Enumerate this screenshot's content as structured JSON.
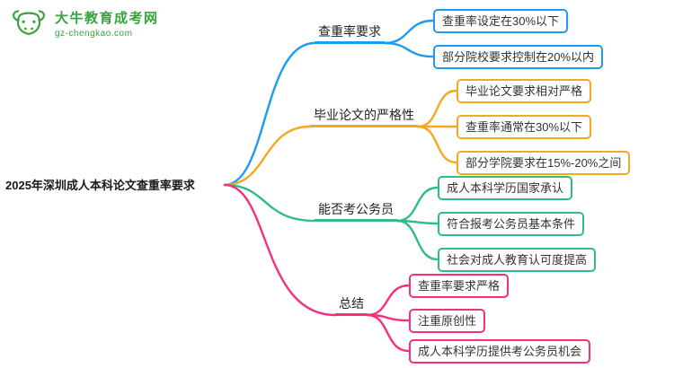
{
  "logo": {
    "title": "大牛教育成考网",
    "subtitle": "gz-chengkao.com",
    "icon": "bull-icon",
    "color": "#37a33c"
  },
  "mindmap": {
    "root": {
      "label": "2025年深圳成人本科论文查重率要求"
    },
    "branches": [
      {
        "label": "查重率要求",
        "color": "#1e9bf0",
        "children": [
          {
            "label": "查重率设定在30%以下"
          },
          {
            "label": "部分院校要求控制在20%以内"
          }
        ]
      },
      {
        "label": "毕业论文的严格性",
        "color": "#f7a821",
        "children": [
          {
            "label": "毕业论文要求相对严格"
          },
          {
            "label": "查重率通常在30%以下"
          },
          {
            "label": "部分学院要求在15%-20%之间"
          }
        ]
      },
      {
        "label": "能否考公务员",
        "color": "#2ebd85",
        "children": [
          {
            "label": "成人本科学历国家承认"
          },
          {
            "label": "符合报考公务员基本条件"
          },
          {
            "label": "社会对成人教育认可度提高"
          }
        ]
      },
      {
        "label": "总结",
        "color": "#f5317f",
        "children": [
          {
            "label": "查重率要求严格"
          },
          {
            "label": "注重原创性"
          },
          {
            "label": "成人本科学历提供考公务员机会"
          }
        ]
      }
    ]
  }
}
